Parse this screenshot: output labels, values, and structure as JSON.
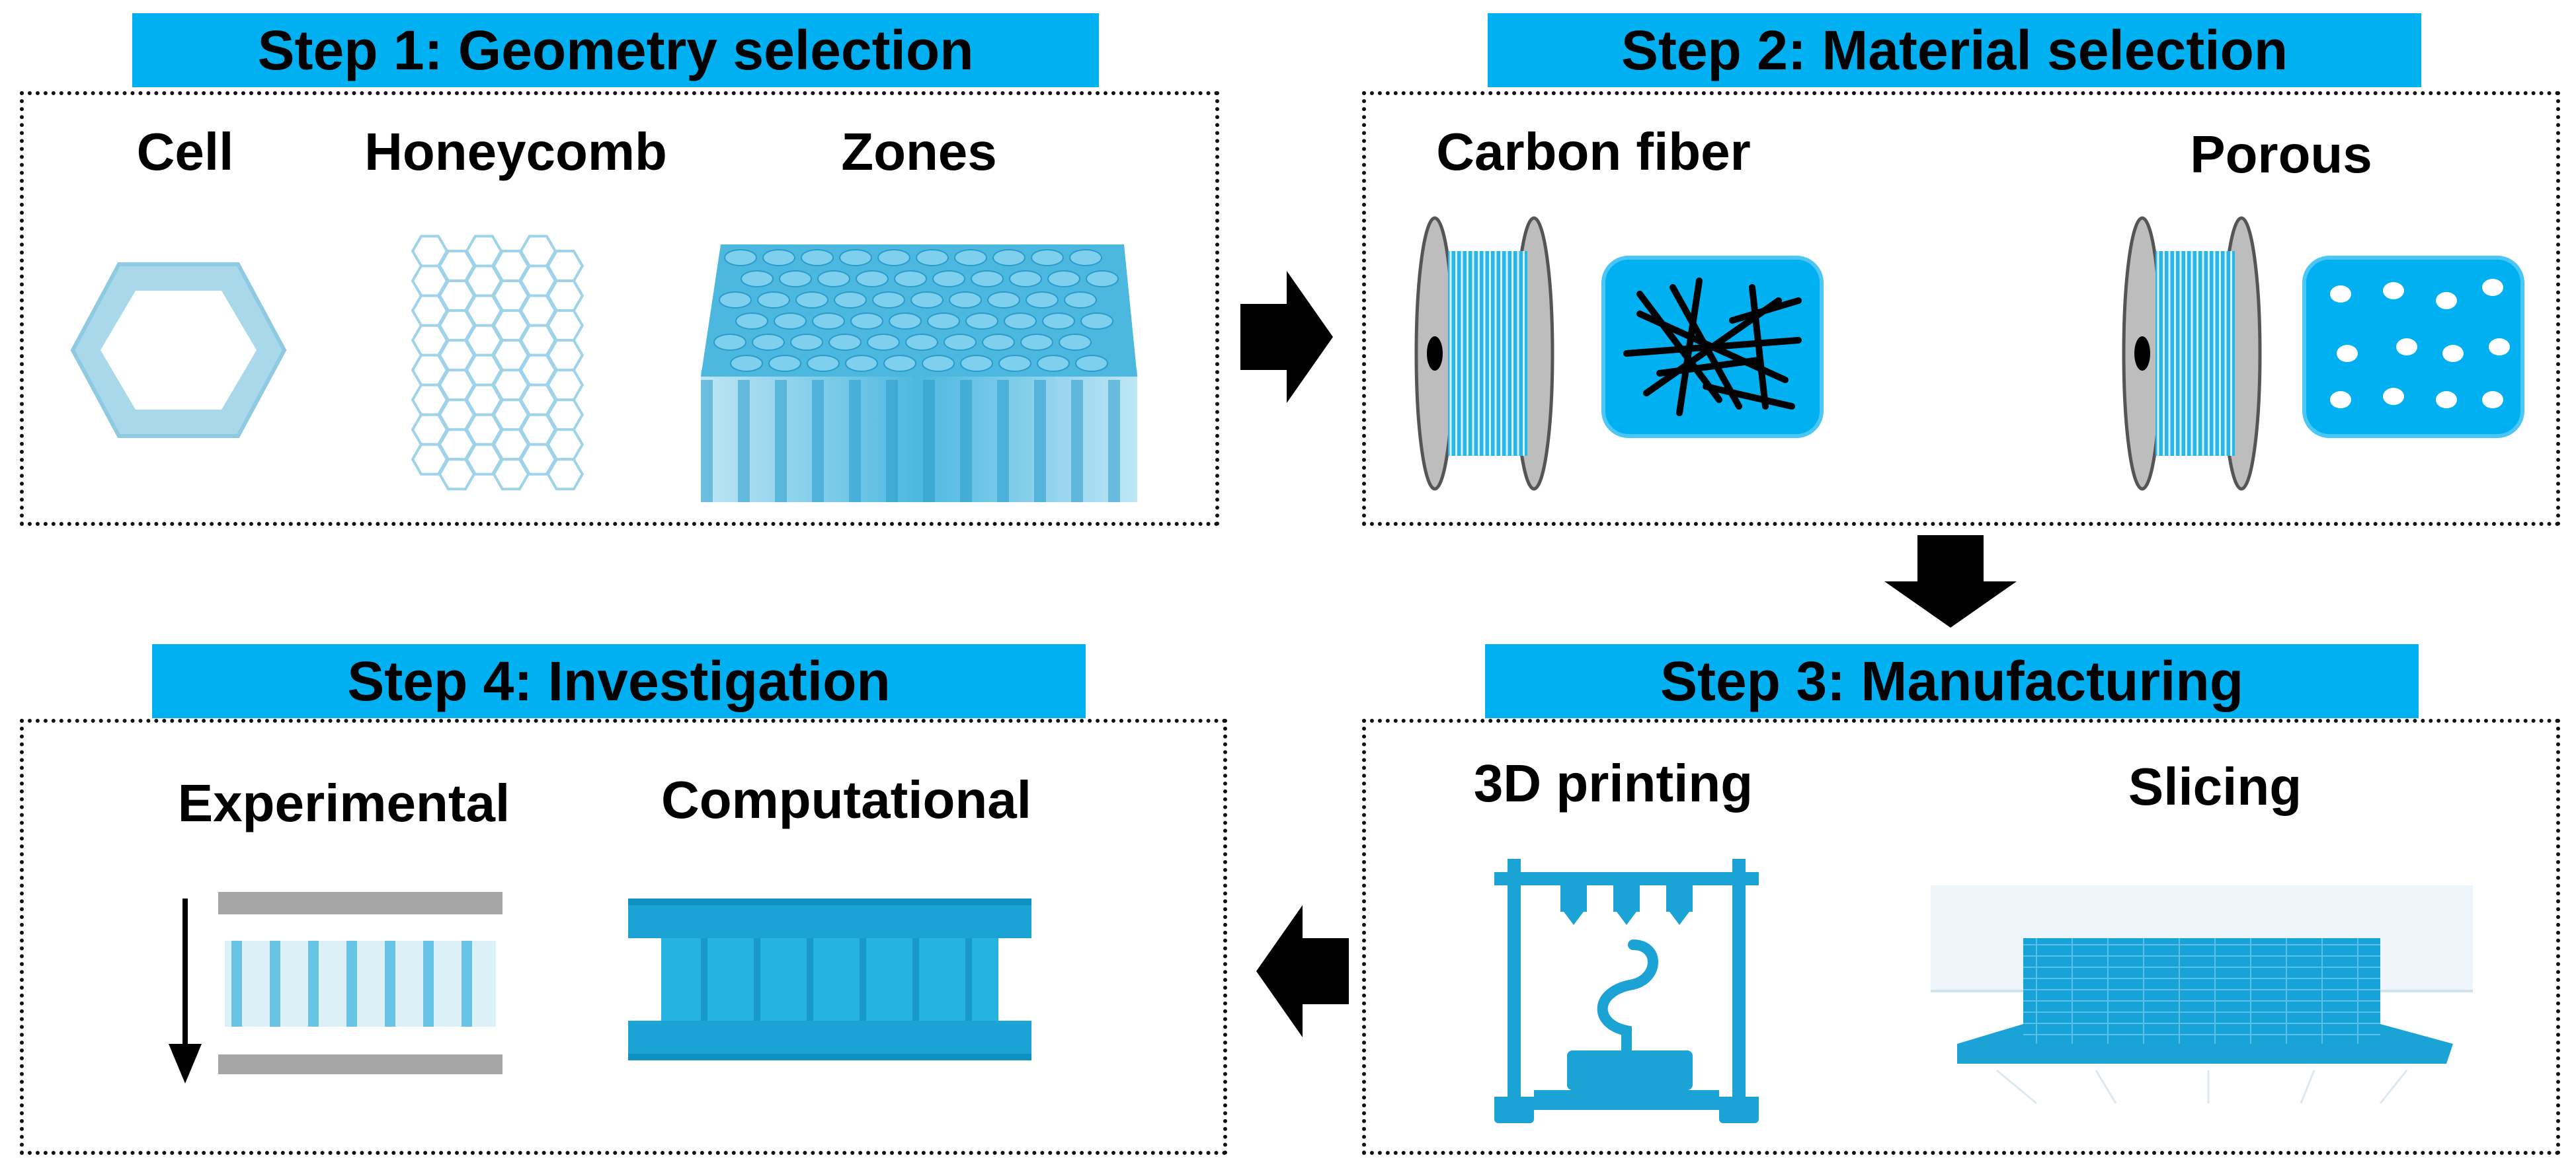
{
  "steps": [
    {
      "title": "Step 1: Geometry selection",
      "labels": [
        "Cell",
        "Honeycomb",
        "Zones"
      ]
    },
    {
      "title": "Step 2: Material selection",
      "labels": [
        "Carbon fiber",
        "Porous"
      ]
    },
    {
      "title": "Step 3: Manufacturing",
      "labels": [
        "3D printing",
        "Slicing"
      ]
    },
    {
      "title": "Step 4: Investigation",
      "labels": [
        "Experimental",
        "Computational"
      ]
    }
  ],
  "colors": {
    "accent": "#00b0f0",
    "light_blue": "#a8d8ea",
    "mid_blue": "#1aa3d4",
    "dark": "#000000",
    "grey": "#a6a6a6"
  },
  "icons": [
    "hexagon-cell-icon",
    "honeycomb-grid-icon",
    "honeycomb-block-icon",
    "filament-spool-icon",
    "carbon-fiber-icon",
    "porous-material-icon",
    "3d-printer-icon",
    "sliced-part-icon",
    "compression-test-icon",
    "simulation-model-icon",
    "flow-arrow-icon"
  ]
}
